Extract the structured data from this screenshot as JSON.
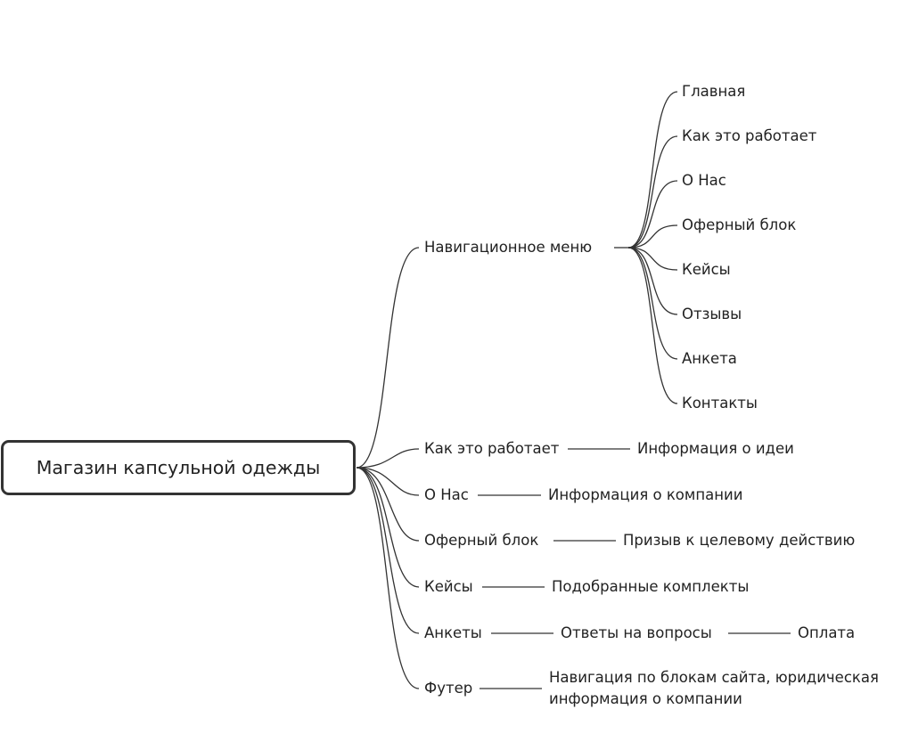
{
  "root": {
    "label": "Магазин капсульной одежды"
  },
  "branches": [
    {
      "id": "nav",
      "label": "Навигационное меню",
      "children": [
        "Главная",
        "Как это работает",
        "О Нас",
        "Оферный блок",
        "Кейсы",
        "Отзывы",
        "Анкета",
        "Контакты"
      ]
    },
    {
      "id": "how",
      "label": "Как это работает",
      "chain": [
        "Информация о идеи"
      ]
    },
    {
      "id": "about",
      "label": "О Нас",
      "chain": [
        "Информация о компании"
      ]
    },
    {
      "id": "offer",
      "label": "Оферный блок",
      "chain": [
        "Призыв к целевому действию"
      ]
    },
    {
      "id": "cases",
      "label": "Кейсы",
      "chain": [
        "Подобранные комплекты"
      ]
    },
    {
      "id": "forms",
      "label": "Анкеты",
      "chain": [
        "Ответы на вопросы",
        "Оплата"
      ]
    },
    {
      "id": "footer",
      "label": "Футер",
      "chain": [
        "Навигация по блокам сайта, юридическая информация о компании"
      ]
    }
  ],
  "colors": {
    "line": "#333333",
    "text": "#222222",
    "root_border": "#333333"
  }
}
